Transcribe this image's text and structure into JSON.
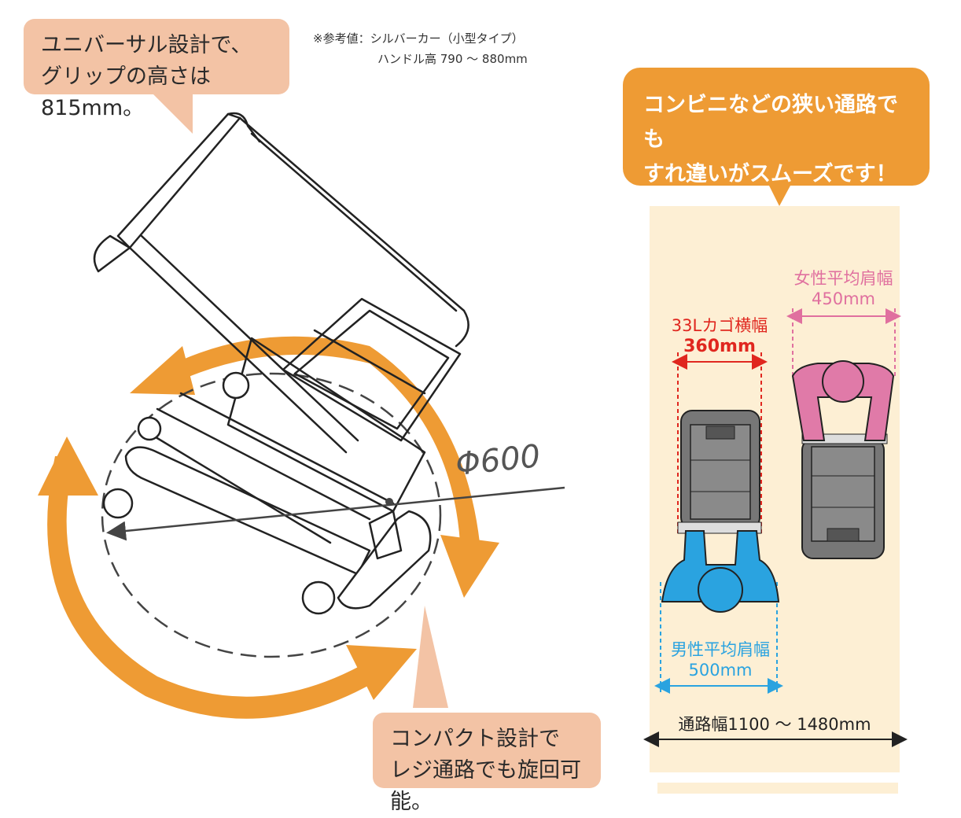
{
  "top_left_bubble": {
    "line1": "ユニバーサル設計で、",
    "line2": "グリップの高さは815mm。"
  },
  "reference_note": {
    "line1": "※参考値：シルバーカー（小型タイプ）",
    "line2": "ハンドル高 790 ～ 880mm"
  },
  "diameter_label": "Φ600",
  "bottom_bubble": {
    "line1": "コンパクト設計で",
    "line2": "レジ通路でも旋回可能。"
  },
  "right_bubble": {
    "line1": "コンビニなどの狭い通路でも",
    "line2": "すれ違いがスムーズです！"
  },
  "basket_width": {
    "title": "33Lカゴ横幅",
    "value": "360mm"
  },
  "female_shoulder": {
    "title": "女性平均肩幅",
    "value": "450mm"
  },
  "male_shoulder": {
    "title": "男性平均肩幅",
    "value": "500mm"
  },
  "aisle_width": "通路幅1100 ～ 1480mm",
  "colors": {
    "peach": "#f3c3a5",
    "orange": "#ee9b34",
    "cream": "#fdefd4",
    "red": "#e0271f",
    "pink": "#e0709f",
    "blue": "#2aa3e0"
  }
}
